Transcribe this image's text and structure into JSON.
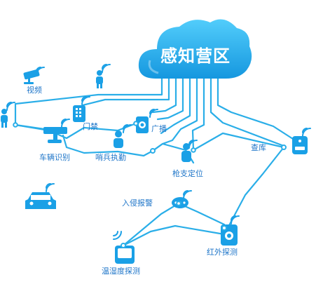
{
  "cloud": {
    "title": "感知营区"
  },
  "nodes": {
    "video": {
      "label": "视频"
    },
    "door": {
      "label": "门禁"
    },
    "broadcast": {
      "label": "广播"
    },
    "vehicle_id": {
      "label": "车辆识别"
    },
    "sentry": {
      "label": "哨兵执勤"
    },
    "gun_locate": {
      "label": "枪支定位"
    },
    "check_store": {
      "label": "查库"
    },
    "intrusion": {
      "label": "入侵报警"
    },
    "infrared": {
      "label": "红外探测"
    },
    "temp_humid": {
      "label": "温湿度探测"
    }
  },
  "colors": {
    "line": "#2aaee8",
    "icon": "#1aa0e6",
    "text": "#1f76c9",
    "cloud": "#29b6f6"
  }
}
